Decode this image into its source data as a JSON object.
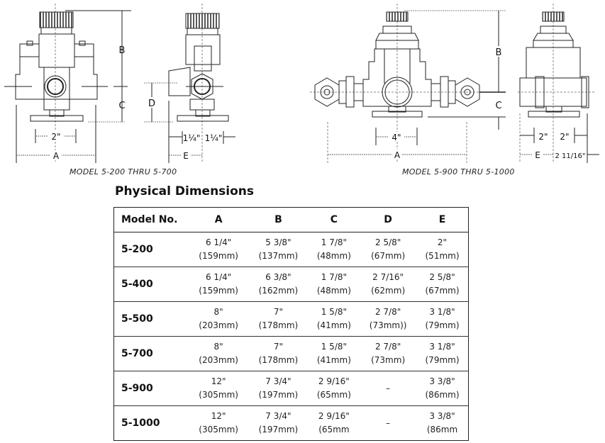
{
  "drawings": {
    "left": {
      "caption": "MODEL 5-200 THRU 5-700",
      "labels": {
        "A": "A",
        "B": "B",
        "C": "C",
        "D": "D",
        "E": "E",
        "two_inch": "2\"",
        "one_quarter_left": "1¼\"",
        "one_quarter_right": "1¼\""
      }
    },
    "right": {
      "caption": "MODEL 5-900 THRU 5-1000",
      "labels": {
        "A": "A",
        "B": "B",
        "C": "C",
        "E": "E",
        "four_inch": "4\"",
        "two_inch_left": "2\"",
        "two_inch_right": "2\"",
        "two_eleven_sixteenths": "2 11/16\""
      }
    }
  },
  "table": {
    "title": "Physical Dimensions",
    "headers": [
      "Model No.",
      "A",
      "B",
      "C",
      "D",
      "E"
    ],
    "rows": [
      {
        "model": "5-200",
        "cells": [
          [
            "6 1/4\"",
            "(159mm)"
          ],
          [
            "5 3/8\"",
            "(137mm)"
          ],
          [
            "1 7/8\"",
            "(48mm)"
          ],
          [
            "2 5/8\"",
            "(67mm)"
          ],
          [
            "2\"",
            "(51mm)"
          ]
        ]
      },
      {
        "model": "5-400",
        "cells": [
          [
            "6 1/4\"",
            "(159mm)"
          ],
          [
            "6 3/8\"",
            "(162mm)"
          ],
          [
            "1 7/8\"",
            "(48mm)"
          ],
          [
            "2 7/16\"",
            "(62mm)"
          ],
          [
            "2 5/8\"",
            "(67mm)"
          ]
        ]
      },
      {
        "model": "5-500",
        "cells": [
          [
            "8\"",
            "(203mm)"
          ],
          [
            "7\"",
            "(178mm)"
          ],
          [
            "1 5/8\"",
            "(41mm)"
          ],
          [
            "2 7/8\"",
            "(73mm))"
          ],
          [
            "3 1/8\"",
            "(79mm)"
          ]
        ]
      },
      {
        "model": "5-700",
        "cells": [
          [
            "8\"",
            "(203mm)"
          ],
          [
            "7\"",
            "(178mm)"
          ],
          [
            "1 5/8\"",
            "(41mm)"
          ],
          [
            "2 7/8\"",
            "(73mm)"
          ],
          [
            "3 1/8\"",
            "(79mm)"
          ]
        ]
      },
      {
        "model": "5-900",
        "cells": [
          [
            "12\"",
            "(305mm)"
          ],
          [
            "7 3/4\"",
            "(197mm)"
          ],
          [
            "2 9/16\"",
            "(65mm)"
          ],
          [
            "–",
            ""
          ],
          [
            "3 3/8\"",
            "(86mm)"
          ]
        ]
      },
      {
        "model": "5-1000",
        "cells": [
          [
            "12\"",
            "(305mm)"
          ],
          [
            "7 3/4\"",
            "(197mm)"
          ],
          [
            "2 9/16\"",
            "(65mm"
          ],
          [
            "–",
            ""
          ],
          [
            "3 3/8\"",
            "(86mm"
          ]
        ]
      }
    ]
  }
}
